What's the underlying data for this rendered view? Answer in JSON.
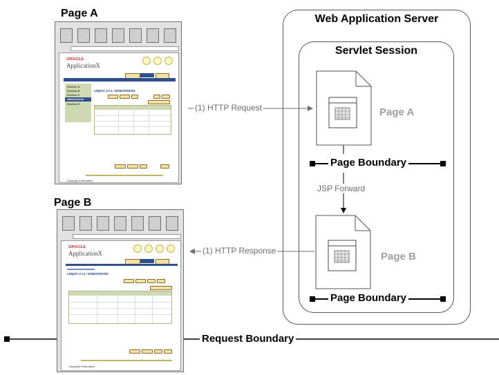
{
  "labels": {
    "page_a_title": "Page A",
    "page_b_title": "Page B",
    "server_title": "Web Application Server",
    "session_title": "Servlet Session",
    "session_page_a": "Page A",
    "session_page_b": "Page B",
    "http_request": "(1) HTTP Request",
    "http_response": "(1) HTTP Response",
    "jsp_forward": "JSP Forward",
    "page_boundary_1": "Page Boundary",
    "page_boundary_2": "Page Boundary",
    "request_boundary": "Request Boundary"
  },
  "thumb_a": {
    "brand": "ORACLE",
    "app_name": "ApplicationX",
    "nav_items": [
      "Section A",
      "Section B",
      "Section C",
      "Attachments",
      "Section E"
    ],
    "heading": "Object XYZ: Attachments",
    "footer": "Copyright Information"
  },
  "thumb_b": {
    "brand": "ORACLE",
    "app_name": "ApplicationX",
    "heading": "Object XYZ: Attachments",
    "footer": "Copyright Information"
  },
  "colors": {
    "oracle_red": "#d22c2c",
    "tab_gold": "#f3e2a5",
    "nav_blue": "#2e4f8a",
    "nav_green": "#b9c79b",
    "border_gray": "#6f6f6f"
  }
}
